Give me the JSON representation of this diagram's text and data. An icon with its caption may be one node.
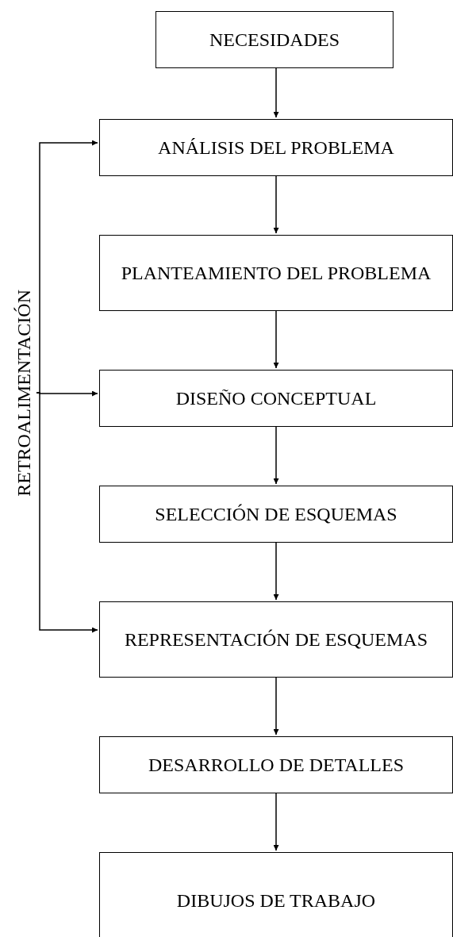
{
  "diagram": {
    "nodes": [
      {
        "text": [
          "NECESIDADES"
        ]
      },
      {
        "text": [
          "ANÁLISIS DEL PROBLEMA"
        ]
      },
      {
        "text": [
          "PLANTEAMIENTO DEL PROBLEMA"
        ]
      },
      {
        "text": [
          "DISEÑO CONCEPTUAL"
        ]
      },
      {
        "text": [
          "SELECCIÓN DE ESQUEMAS"
        ]
      },
      {
        "text": [
          "REPRESENTACIÓN DE ESQUEMAS"
        ]
      },
      {
        "text": [
          "DESARROLLO DE DETALLES"
        ]
      },
      {
        "text": [
          "DIBUJOS DE TRABAJO"
        ]
      },
      {
        "text": [
          "RETROALIMENTACIÓN"
        ]
      }
    ],
    "edges": [
      {
        "from": 0,
        "to": 1,
        "arrow": "to"
      },
      {
        "from": 1,
        "to": 2,
        "arrow": "to"
      },
      {
        "from": 2,
        "to": 3,
        "arrow": "to"
      },
      {
        "from": 3,
        "to": 4,
        "arrow": "to"
      },
      {
        "from": 4,
        "to": 5,
        "arrow": "to"
      },
      {
        "from": 5,
        "to": 6,
        "arrow": "to"
      },
      {
        "from": 6,
        "to": 7,
        "arrow": "to"
      },
      {
        "from": 8,
        "to": 1,
        "arrow": "to"
      },
      {
        "from": 8,
        "to": 3,
        "arrow": "to"
      },
      {
        "from": 8,
        "to": 5,
        "arrow": "to"
      }
    ]
  }
}
